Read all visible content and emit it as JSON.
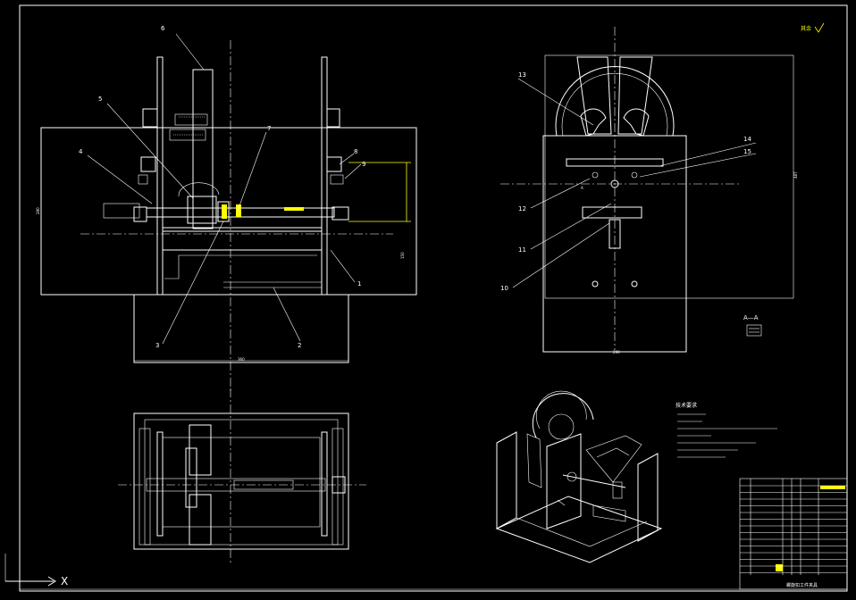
{
  "drawing": {
    "callouts_front": [
      "6",
      "5",
      "4",
      "7",
      "8",
      "9",
      "1",
      "3",
      "2"
    ],
    "callouts_side": [
      "13",
      "14",
      "15",
      "12",
      "11",
      "10"
    ],
    "section_label": "A—A",
    "section_mark": "A",
    "axis_label": "X",
    "roughness_note": "其余",
    "dims": {
      "front_width": "360",
      "front_height": "280",
      "side_width": "290",
      "side_height": "487",
      "right_dim": "150"
    },
    "tech_requirements_title": "技术要求",
    "title_block_name": "螺旋扣工件夹具"
  }
}
